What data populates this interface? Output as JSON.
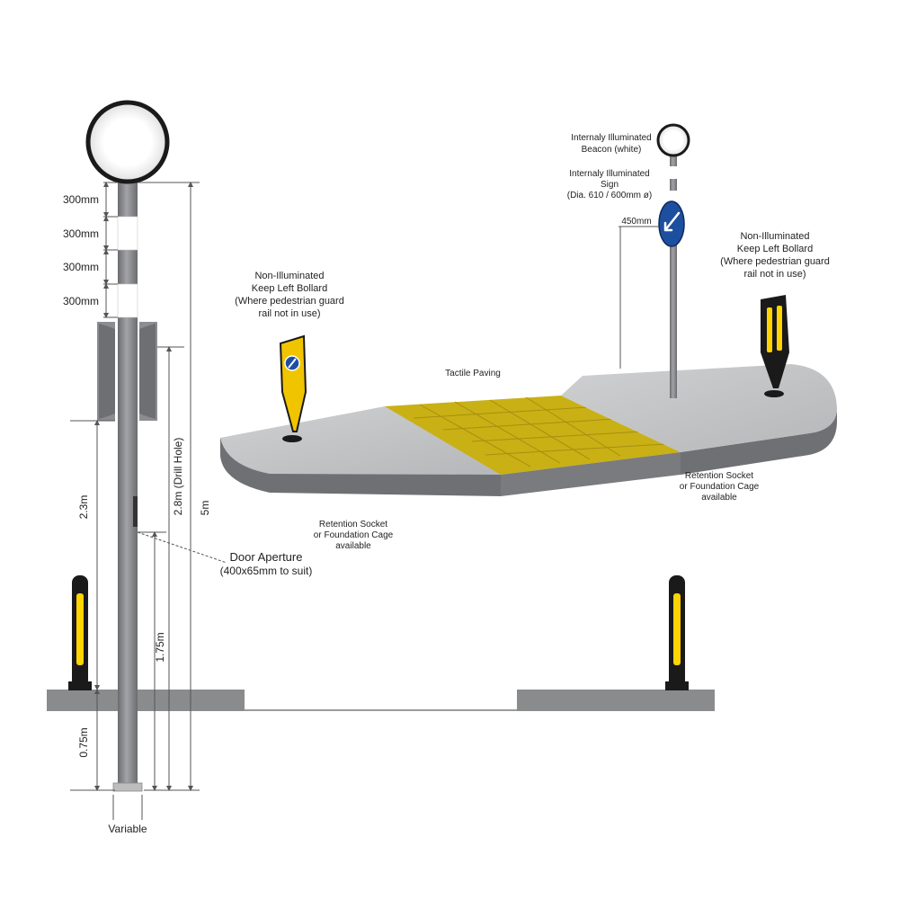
{
  "colors": {
    "pole": "#8e8f92",
    "pole_dark": "#6b6c6f",
    "band_dark": "#7d7e81",
    "band_light": "#ffffff",
    "ground": "#8a8b8d",
    "concrete": "#c4c5c7",
    "concrete_side": "#6f7073",
    "tactile": "#c9b015",
    "tactile_grid": "#a78f10",
    "bollard_black": "#1a1a1a",
    "bollard_yellow": "#ffd400",
    "sign_blue": "#1d4fa0",
    "dim_line": "#555555"
  },
  "elevation": {
    "bands": [
      {
        "label": "300mm"
      },
      {
        "label": "300mm"
      },
      {
        "label": "300mm"
      },
      {
        "label": "300mm"
      }
    ],
    "dims": {
      "above_ground": "2.3m",
      "drill_hole": "2.8m (Drill Hole)",
      "total": "5m",
      "door_height": "1.75m",
      "below_ground": "0.75m"
    },
    "door_aperture": {
      "title": "Door Aperture",
      "size": "(400x65mm to suit)"
    },
    "base_label": "Variable"
  },
  "island": {
    "left_bollard": {
      "lines": [
        "Non-Illuminated",
        "Keep Left Bollard",
        "(Where pedestrian guard",
        "rail not in use)"
      ]
    },
    "right_bollard": {
      "lines": [
        "Non-Illuminated",
        "Keep Left Bollard",
        "(Where pedestrian guard",
        "rail not in use)"
      ]
    },
    "beacon": {
      "lines": [
        "Internaly Illuminated",
        "Beacon (white)"
      ]
    },
    "sign": {
      "lines": [
        "Internaly Illuminated",
        "Sign",
        "(Dia. 610 / 600mm ø)"
      ]
    },
    "sign_offset": "450mm",
    "tactile": "Tactile Paving",
    "socket_left": {
      "lines": [
        "Retention Socket",
        "or Foundation Cage",
        "available"
      ]
    },
    "socket_right": {
      "lines": [
        "Retention Socket",
        "or Foundation Cage",
        "available"
      ]
    }
  }
}
